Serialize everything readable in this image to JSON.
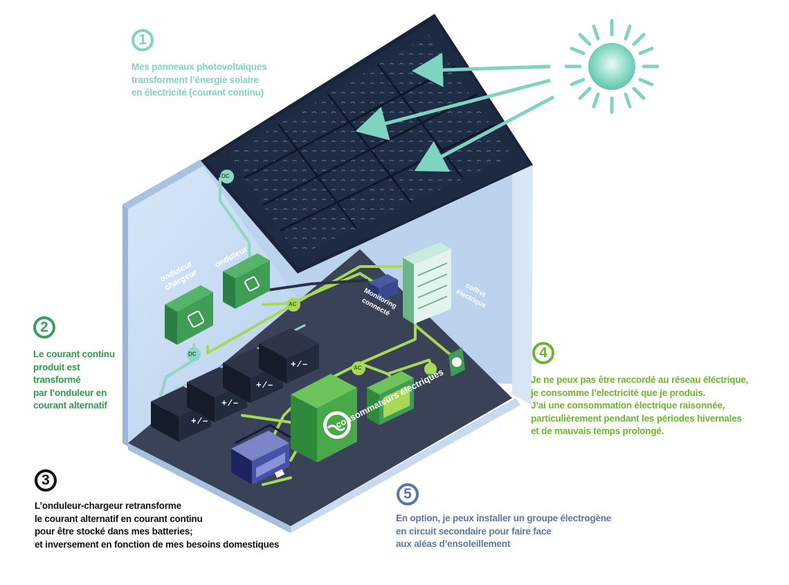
{
  "steps": [
    {
      "number": "1",
      "lines": [
        "Mes panneaux photovoltaïques",
        "transforment l’énergie solaire",
        "en électricité (courant continu)"
      ],
      "color": "#7fd3c1"
    },
    {
      "number": "2",
      "lines": [
        "Le courant continu",
        "produit est",
        "transformé",
        "par l’onduleur en",
        "courant alternatif"
      ],
      "color": "#3aa15a"
    },
    {
      "number": "3",
      "lines": [
        "L’onduleur-chargeur retransforme",
        "le courant alternatif en courant continu",
        "pour être stocké dans mes batteries;",
        "et inversement en fonction de mes besoins domestiques"
      ],
      "color": "#111111"
    },
    {
      "number": "4",
      "lines": [
        "Je ne peux pas être raccordé au réseau éléctrique,",
        "je consomme l’electricité que je produis.",
        "J’ai une consommation électrique raisonnée,",
        "particulièrement pendant les périodes hivernales",
        "et de mauvais temps prolongé."
      ],
      "color": "#6cb52c"
    },
    {
      "number": "5",
      "lines": [
        "En option, je peux installer un groupe électrogène",
        "en circuit secondaire pour faire face",
        "aux aléas d’ensoleillement"
      ],
      "color": "#5b76a6"
    }
  ],
  "labels": {
    "onduleur_chargeur": [
      "onduleur",
      "chargeur"
    ],
    "onduleur": "onduleur",
    "monitoring": [
      "Monitoring",
      "connecté"
    ],
    "coffret": [
      "coffret",
      "électrique"
    ],
    "consommateurs": "consommateurs électriques",
    "dc": "DC",
    "ac": "AC"
  },
  "colors": {
    "sky_wall": "#c7dcf3",
    "floor": "#3b4358",
    "panel": "#1d2a40",
    "device_green": "#3f9d55",
    "wire_light": "#a7d858",
    "sun": "#7fd3c1"
  }
}
